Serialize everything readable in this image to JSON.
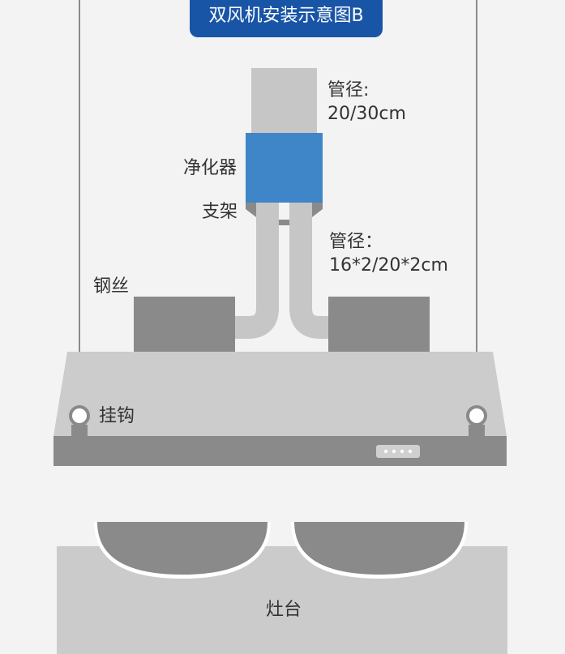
{
  "title": "双风机安装示意图B",
  "labels": {
    "upper_pipe_label": "管径:",
    "upper_pipe_size": "20/30cm",
    "purifier": "净化器",
    "bracket": "支架",
    "lower_pipe_label": "管径：",
    "lower_pipe_size": "16*2/20*2cm",
    "steel_wire": "钢丝",
    "hook": "挂钩",
    "stove": "灶台"
  },
  "colors": {
    "background": "#f3f3f3",
    "title_bg": "#1955a6",
    "purifier": "#3f86c8",
    "pipe_light": "#c6c6c6",
    "fan_box": "#8a8a8a",
    "hood_body": "#cccccc",
    "hood_base": "#8a8a8a",
    "stove_top": "#cbcbcb",
    "pot": "#8a8a8a"
  }
}
